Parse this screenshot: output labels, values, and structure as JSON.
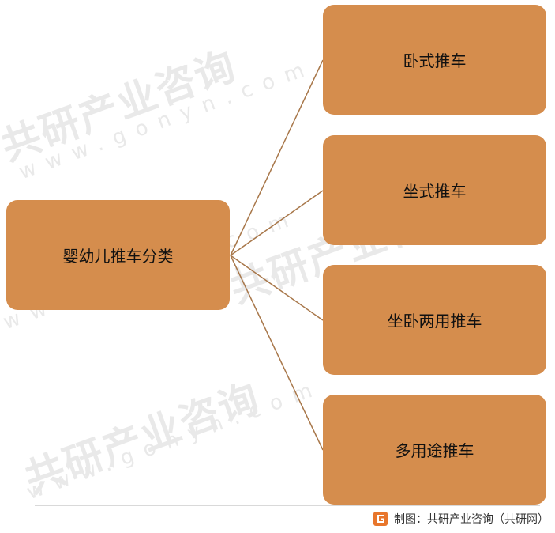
{
  "diagram": {
    "root_label": "婴幼儿推车分类",
    "children": [
      {
        "label": "卧式推车"
      },
      {
        "label": "坐式推车"
      },
      {
        "label": "坐卧两用推车"
      },
      {
        "label": "多用途推车"
      }
    ]
  },
  "colors": {
    "node_fill": "#d58d4d",
    "connector": "#a8774a",
    "logo": "#e8762c"
  },
  "watermark": {
    "brand": "共研产业咨询",
    "domain": "www.gonyn.com"
  },
  "footer": {
    "logo_icon": "gonyn-logo-icon",
    "source_text": "制图：共研产业咨询（共研网）"
  }
}
